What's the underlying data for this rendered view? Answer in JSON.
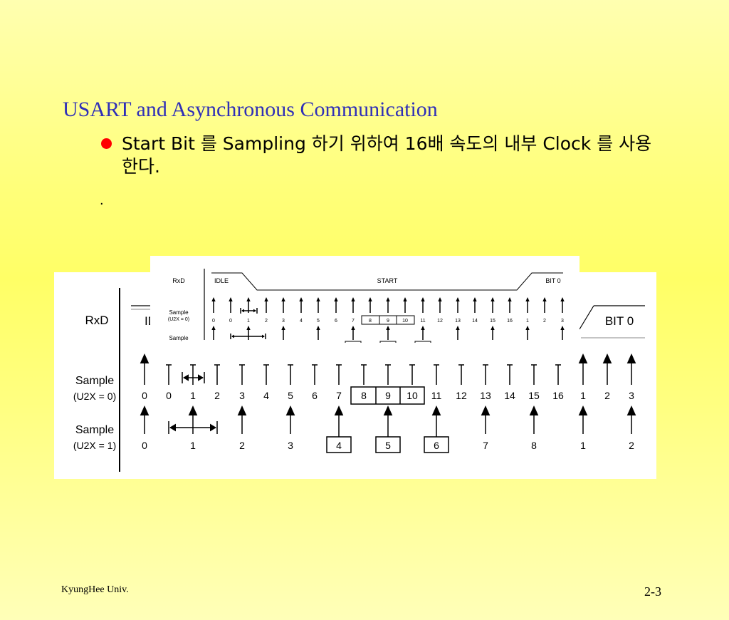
{
  "slide": {
    "title": "USART and Asynchronous Communication",
    "bullet": "Start Bit 를 Sampling 하기 위하여 16배 속도의 내부 Clock 를 사용 한다.",
    "dot": ".",
    "footer_left": "KyungHee Univ.",
    "footer_right": "2-3"
  },
  "colors": {
    "title": "#2f2fb8",
    "bullet": "#ff0000"
  },
  "diagram": {
    "rxd_label": "RxD",
    "idle_label": "IDLE",
    "start_label": "START",
    "bit0_label": "BIT 0",
    "sample_u2x0_label": [
      "Sample",
      "(U2X = 0)"
    ],
    "sample_u2x1_label": [
      "Sample",
      "(U2X = 1)"
    ],
    "u2x0_numbers": [
      "0",
      "0",
      "1",
      "2",
      "3",
      "4",
      "5",
      "6",
      "7",
      "8",
      "9",
      "10",
      "11",
      "12",
      "13",
      "14",
      "15",
      "16",
      "1",
      "2",
      "3"
    ],
    "u2x1_numbers": [
      "0",
      "1",
      "2",
      "3",
      "4",
      "5",
      "6",
      "7",
      "8",
      "1",
      "2"
    ],
    "u2x0_boxed": [
      "8",
      "9",
      "10"
    ],
    "u2x1_boxed": [
      "4",
      "5",
      "6"
    ]
  }
}
